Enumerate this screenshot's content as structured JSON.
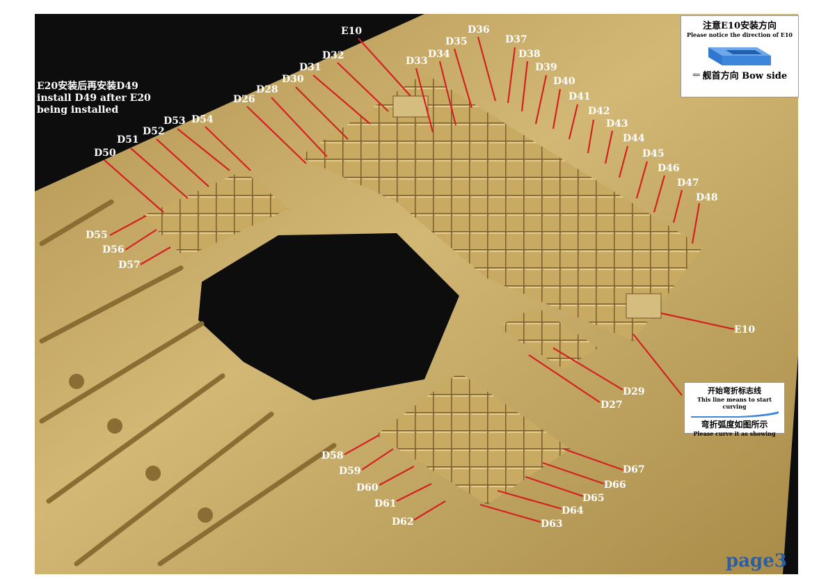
{
  "photo_labels": {
    "e10_top": "E10",
    "e10_right": "E10",
    "d26": "D26",
    "d27": "D27",
    "d28": "D28",
    "d29": "D29",
    "d30": "D30",
    "d31": "D31",
    "d32": "D32",
    "d33": "D33",
    "d34": "D34",
    "d35": "D35",
    "d36": "D36",
    "d37": "D37",
    "d38": "D38",
    "d39": "D39",
    "d40": "D40",
    "d41": "D41",
    "d42": "D42",
    "d43": "D43",
    "d44": "D44",
    "d45": "D45",
    "d46": "D46",
    "d47": "D47",
    "d48": "D48",
    "d50": "D50",
    "d51": "D51",
    "d52": "D52",
    "d53": "D53",
    "d54": "D54",
    "d55": "D55",
    "d56": "D56",
    "d57": "D57",
    "d58": "D58",
    "d59": "D59",
    "d60": "D60",
    "d61": "D61",
    "d62": "D62",
    "d63": "D63",
    "d64": "D64",
    "d65": "D65",
    "d66": "D66",
    "d67": "D67"
  },
  "install_note": {
    "line1": "E20安装后再安装D49",
    "line2": "install D49 after E20",
    "line3": "being installed"
  },
  "e10_box": {
    "title_cn": "注意E10安装方向",
    "title_en": "Please notice the direction of E10",
    "arrow_glyph": "⇐",
    "bow_label": "舰首方向 Bow side"
  },
  "curve_box": {
    "title_cn": "开始弯折标志线",
    "title_en": "This line means to start curving",
    "sub_cn": "弯折弧度如图所示",
    "sub_en": "Please curve it as showing"
  },
  "page_label": "page3",
  "colors": {
    "brass": "#c7a85a",
    "leader_line": "#d42020",
    "page_label": "#2a5ea8",
    "background": "#0d0d0d"
  }
}
